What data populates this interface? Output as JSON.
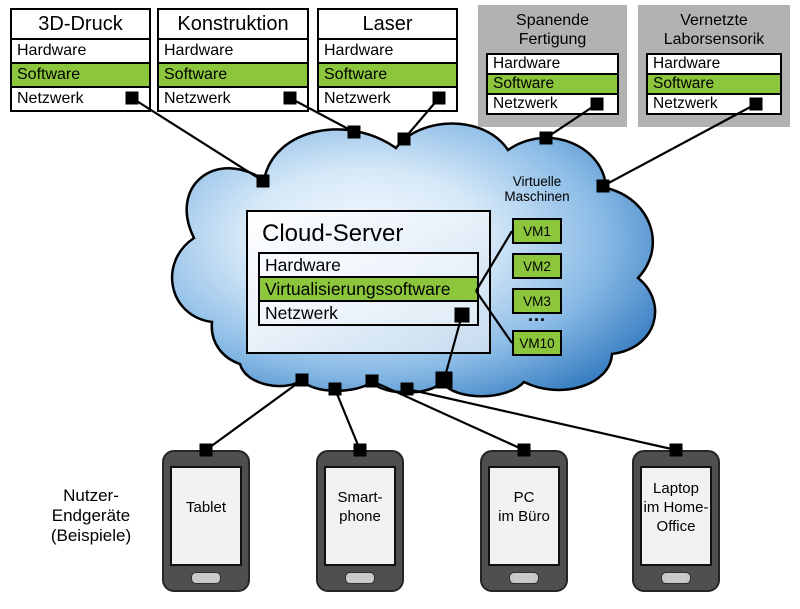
{
  "colors": {
    "highlight_green": "#8cc63c",
    "cloud_blue_edge": "#2f77bd",
    "panel_gray": "#b2b2b2",
    "device_gray": "#4f4f4f"
  },
  "stations": [
    {
      "title": "3D-Druck",
      "layers": [
        "Hardware",
        "Software",
        "Netzwerk"
      ]
    },
    {
      "title": "Konstruktion",
      "layers": [
        "Hardware",
        "Software",
        "Netzwerk"
      ]
    },
    {
      "title": "Laser",
      "layers": [
        "Hardware",
        "Software",
        "Netzwerk"
      ]
    }
  ],
  "gray_stations": [
    {
      "title_lines": [
        "Spanende",
        "Fertigung"
      ],
      "layers": [
        "Hardware",
        "Software",
        "Netzwerk"
      ]
    },
    {
      "title_lines": [
        "Vernetzte",
        "Laborsensorik"
      ],
      "layers": [
        "Hardware",
        "Software",
        "Netzwerk"
      ]
    }
  ],
  "cloud": {
    "server": {
      "title": "Cloud-Server",
      "layers": [
        "Hardware",
        "Virtualisierungssoftware",
        "Netzwerk"
      ]
    },
    "vm_label_lines": [
      "Virtuelle",
      "Maschinen"
    ],
    "vms": [
      "VM1",
      "VM2",
      "VM3",
      "VM10"
    ],
    "ellipsis": "..."
  },
  "devices": [
    {
      "lines": [
        "Tablet"
      ]
    },
    {
      "lines": [
        "Smart-",
        "phone"
      ]
    },
    {
      "lines": [
        "PC",
        "im Büro"
      ]
    },
    {
      "lines": [
        "Laptop",
        "im Home-",
        "Office"
      ]
    }
  ],
  "caption_lines": [
    "Nutzer-",
    "Endgeräte",
    "(Beispiele)"
  ]
}
